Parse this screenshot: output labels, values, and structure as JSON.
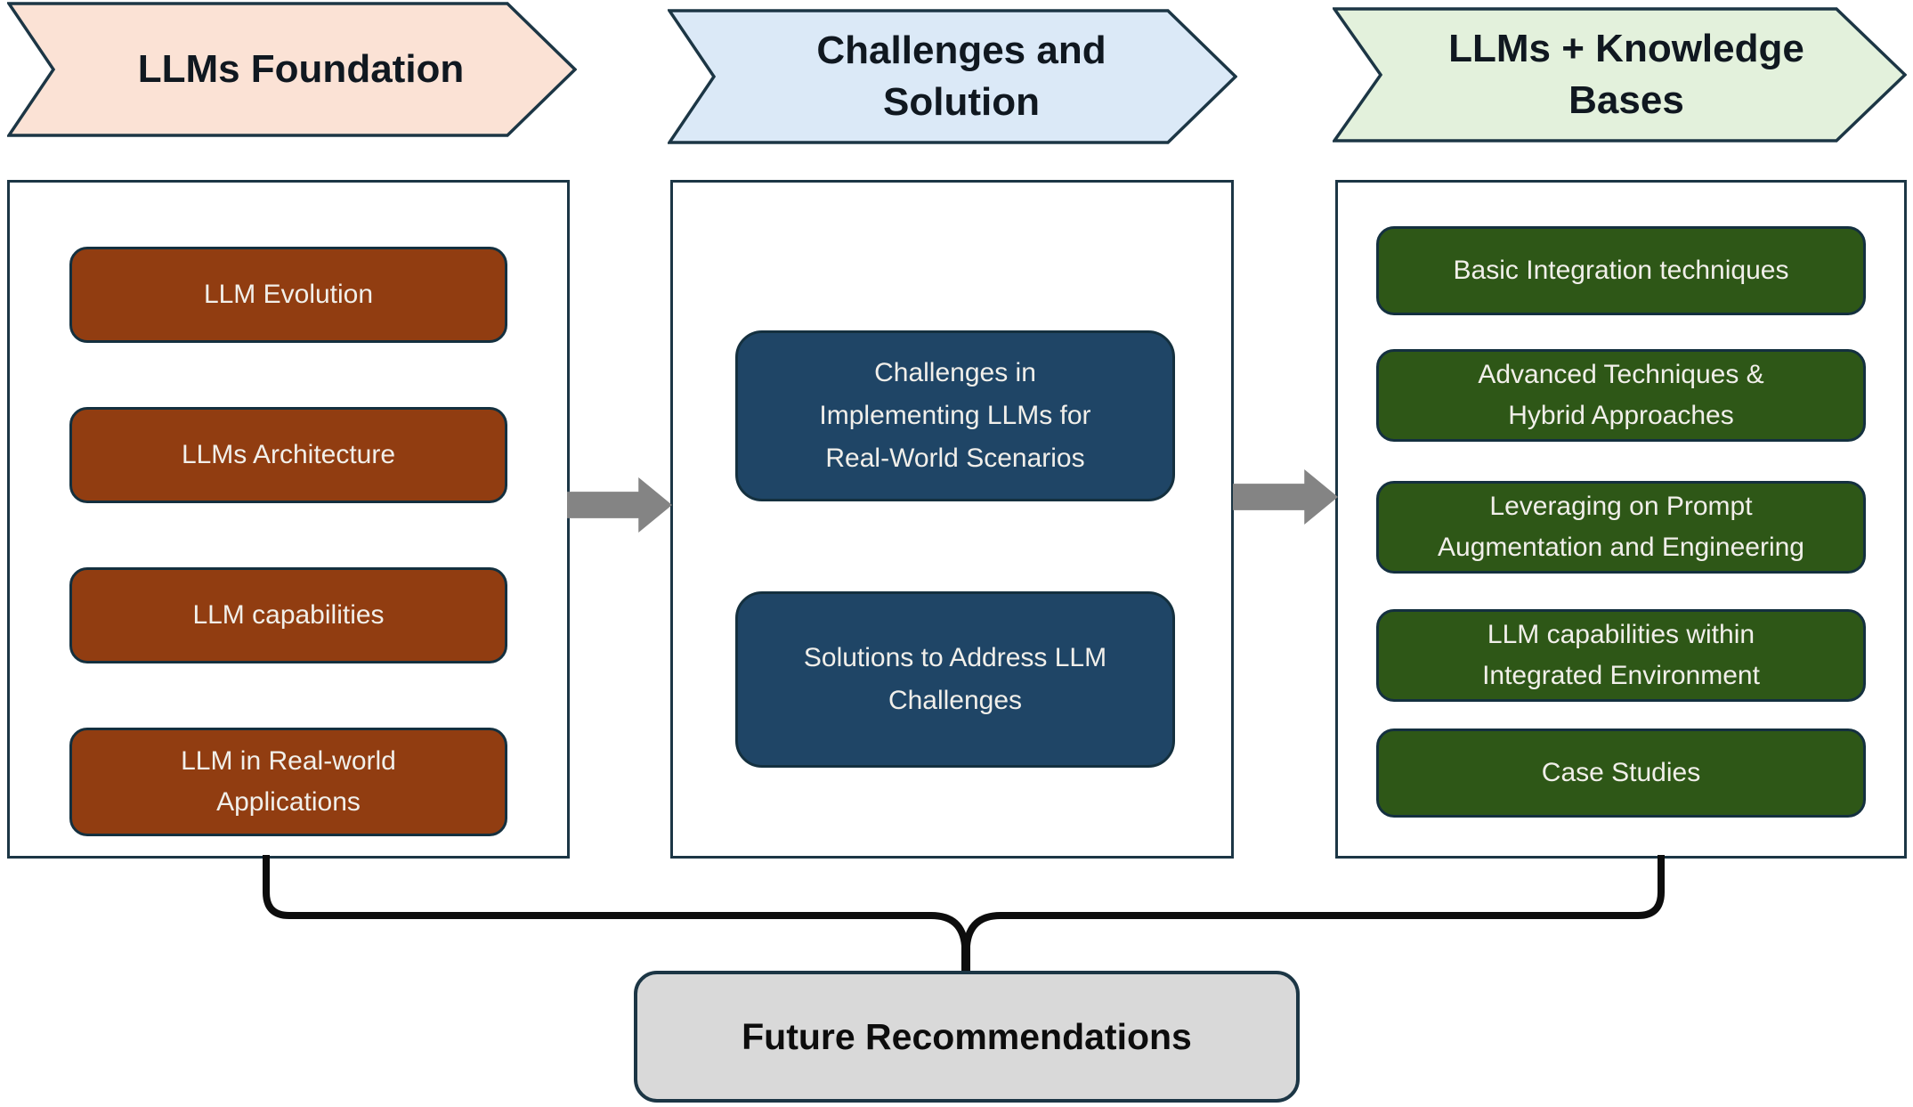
{
  "banners": [
    {
      "label": "LLMs Foundation",
      "fill": "#FBE2D5"
    },
    {
      "label": "Challenges and\nSolution",
      "fill": "#DBE9F7"
    },
    {
      "label": "LLMs + Knowledge\nBases",
      "fill": "#E3F1DC"
    }
  ],
  "columns": [
    {
      "name": "LLMs Foundation",
      "box_color": "#913D11",
      "items": [
        "LLM Evolution",
        "LLMs Architecture",
        "LLM capabilities",
        "LLM  in Real-world\nApplications"
      ]
    },
    {
      "name": "Challenges and Solution",
      "box_color": "#1F4566",
      "items": [
        "Challenges in\nImplementing LLMs for\nReal-World Scenarios",
        "Solutions to Address LLM\nChallenges"
      ]
    },
    {
      "name": "LLMs + Knowledge Bases",
      "box_color": "#2E5717",
      "items": [
        "Basic Integration techniques",
        "Advanced Techniques &\nHybrid Approaches",
        "Leveraging on Prompt\nAugmentation and Engineering",
        "LLM capabilities within\nIntegrated Environment",
        "Case Studies"
      ]
    }
  ],
  "future": {
    "label": "Future Recommendations",
    "fill": "#D9D9D9"
  },
  "colors": {
    "banner_border": "#1C3645",
    "container_border": "#1C3645",
    "node_border": "#14303F",
    "node_text": "#F1EFEA",
    "arrow_gray": "#848484",
    "connector_black": "#0D0D0D"
  }
}
